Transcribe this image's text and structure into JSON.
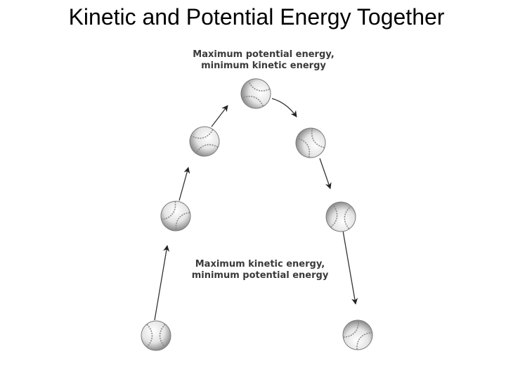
{
  "title": "Kinetic and Potential Energy Together",
  "top_label": {
    "line1": "Maximum potential energy,",
    "line2": "minimum kinetic energy"
  },
  "middle_label": {
    "line1": "Maximum kinetic energy,",
    "line2": "minimum potential energy"
  },
  "balls": [
    {
      "name": "ball-bottom-left"
    },
    {
      "name": "ball-mid-left"
    },
    {
      "name": "ball-upper-left"
    },
    {
      "name": "ball-top"
    },
    {
      "name": "ball-upper-right"
    },
    {
      "name": "ball-mid-right"
    },
    {
      "name": "ball-bottom-right"
    }
  ],
  "arrows": [
    {
      "name": "arrow-rising-1"
    },
    {
      "name": "arrow-rising-2"
    },
    {
      "name": "arrow-rising-3"
    },
    {
      "name": "arrow-falling-1"
    },
    {
      "name": "arrow-falling-2"
    },
    {
      "name": "arrow-falling-3"
    }
  ]
}
